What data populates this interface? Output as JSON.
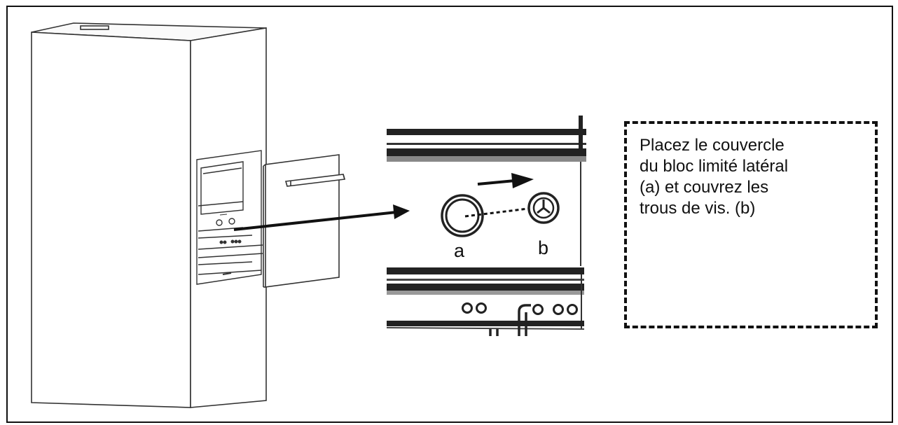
{
  "labels": {
    "a": "a",
    "b": "b"
  },
  "note": {
    "lines": [
      "Placez le couvercle",
      "du bloc limité latéral",
      "(a) et couvrez les",
      "trous de vis. (b)"
    ]
  },
  "colors": {
    "ink": "#111111",
    "paper": "#ffffff"
  }
}
